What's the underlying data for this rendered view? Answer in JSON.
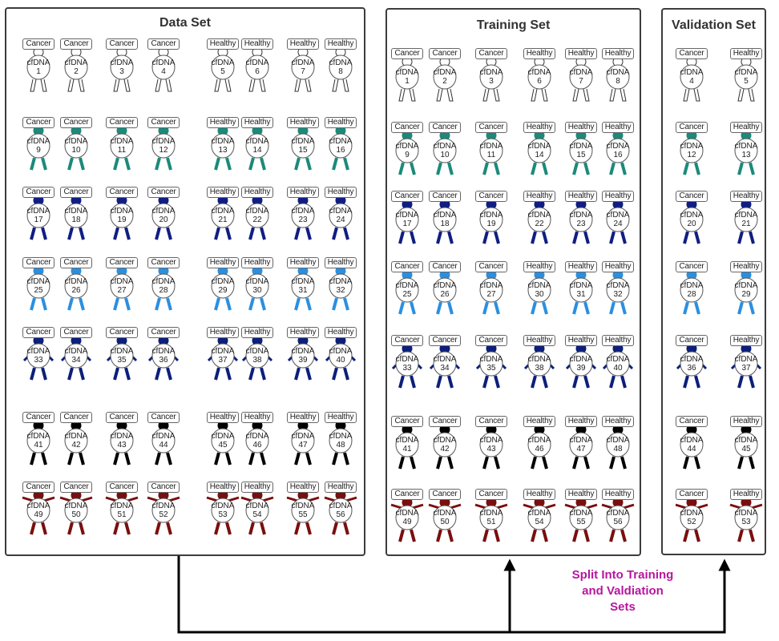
{
  "panels": {
    "data_set": {
      "title": "Data Set",
      "people": [
        {
          "tag": "Cancer",
          "cf": "cfDNA",
          "n": "1"
        },
        {
          "tag": "Cancer",
          "cf": "cfDNA",
          "n": "2"
        },
        {
          "tag": "Cancer",
          "cf": "cfDNA",
          "n": "3"
        },
        {
          "tag": "Cancer",
          "cf": "cfDNA",
          "n": "4"
        },
        {
          "tag": "Healthy",
          "cf": "cfDNA",
          "n": "5"
        },
        {
          "tag": "Healthy",
          "cf": "cfDNA",
          "n": "6"
        },
        {
          "tag": "Healthy",
          "cf": "cfDNA",
          "n": "7"
        },
        {
          "tag": "Healthy",
          "cf": "cfDNA",
          "n": "8"
        },
        {
          "tag": "Cancer",
          "cf": "cfDNA",
          "n": "9"
        },
        {
          "tag": "Cancer",
          "cf": "cfDNA",
          "n": "10"
        },
        {
          "tag": "Cancer",
          "cf": "cfDNA",
          "n": "11"
        },
        {
          "tag": "Cancer",
          "cf": "cfDNA",
          "n": "12"
        },
        {
          "tag": "Healthy",
          "cf": "cfDNA",
          "n": "13"
        },
        {
          "tag": "Healthy",
          "cf": "cfDNA",
          "n": "14"
        },
        {
          "tag": "Healthy",
          "cf": "cfDNA",
          "n": "15"
        },
        {
          "tag": "Healthy",
          "cf": "cfDNA",
          "n": "16"
        },
        {
          "tag": "Cancer",
          "cf": "cfDNA",
          "n": "17"
        },
        {
          "tag": "Cancer",
          "cf": "cfDNA",
          "n": "18"
        },
        {
          "tag": "Cancer",
          "cf": "cfDNA",
          "n": "19"
        },
        {
          "tag": "Cancer",
          "cf": "cfDNA",
          "n": "20"
        },
        {
          "tag": "Healthy",
          "cf": "cfDNA",
          "n": "21"
        },
        {
          "tag": "Healthy",
          "cf": "cfDNA",
          "n": "22"
        },
        {
          "tag": "Healthy",
          "cf": "cfDNA",
          "n": "23"
        },
        {
          "tag": "Healthy",
          "cf": "cfDNA",
          "n": "24"
        },
        {
          "tag": "Cancer",
          "cf": "cfDNA",
          "n": "25"
        },
        {
          "tag": "Cancer",
          "cf": "cfDNA",
          "n": "26"
        },
        {
          "tag": "Cancer",
          "cf": "cfDNA",
          "n": "27"
        },
        {
          "tag": "Cancer",
          "cf": "cfDNA",
          "n": "28"
        },
        {
          "tag": "Healthy",
          "cf": "cfDNA",
          "n": "29"
        },
        {
          "tag": "Healthy",
          "cf": "cfDNA",
          "n": "30"
        },
        {
          "tag": "Healthy",
          "cf": "cfDNA",
          "n": "31"
        },
        {
          "tag": "Healthy",
          "cf": "cfDNA",
          "n": "32"
        },
        {
          "tag": "Cancer",
          "cf": "cfDNA",
          "n": "33"
        },
        {
          "tag": "Cancer",
          "cf": "cfDNA",
          "n": "34"
        },
        {
          "tag": "Cancer",
          "cf": "cfDNA",
          "n": "35"
        },
        {
          "tag": "Cancer",
          "cf": "cfDNA",
          "n": "36"
        },
        {
          "tag": "Healthy",
          "cf": "cfDNA",
          "n": "37"
        },
        {
          "tag": "Healthy",
          "cf": "cfDNA",
          "n": "38"
        },
        {
          "tag": "Healthy",
          "cf": "cfDNA",
          "n": "39"
        },
        {
          "tag": "Healthy",
          "cf": "cfDNA",
          "n": "40"
        },
        {
          "tag": "Cancer",
          "cf": "cfDNA",
          "n": "41"
        },
        {
          "tag": "Cancer",
          "cf": "cfDNA",
          "n": "42"
        },
        {
          "tag": "Cancer",
          "cf": "cfDNA",
          "n": "43"
        },
        {
          "tag": "Cancer",
          "cf": "cfDNA",
          "n": "44"
        },
        {
          "tag": "Healthy",
          "cf": "cfDNA",
          "n": "45"
        },
        {
          "tag": "Healthy",
          "cf": "cfDNA",
          "n": "46"
        },
        {
          "tag": "Healthy",
          "cf": "cfDNA",
          "n": "47"
        },
        {
          "tag": "Healthy",
          "cf": "cfDNA",
          "n": "48"
        },
        {
          "tag": "Cancer",
          "cf": "cfDNA",
          "n": "49"
        },
        {
          "tag": "Cancer",
          "cf": "cfDNA",
          "n": "50"
        },
        {
          "tag": "Cancer",
          "cf": "cfDNA",
          "n": "51"
        },
        {
          "tag": "Cancer",
          "cf": "cfDNA",
          "n": "52"
        },
        {
          "tag": "Healthy",
          "cf": "cfDNA",
          "n": "53"
        },
        {
          "tag": "Healthy",
          "cf": "cfDNA",
          "n": "54"
        },
        {
          "tag": "Healthy",
          "cf": "cfDNA",
          "n": "55"
        },
        {
          "tag": "Healthy",
          "cf": "cfDNA",
          "n": "56"
        }
      ]
    },
    "training_set": {
      "title": "Training Set",
      "people": [
        {
          "tag": "Cancer",
          "cf": "cfDNA",
          "n": "1"
        },
        {
          "tag": "Cancer",
          "cf": "cfDNA",
          "n": "2"
        },
        {
          "tag": "Cancer",
          "cf": "cfDNA",
          "n": "3"
        },
        {
          "tag": "Healthy",
          "cf": "cfDNA",
          "n": "6"
        },
        {
          "tag": "Healthy",
          "cf": "cfDNA",
          "n": "7"
        },
        {
          "tag": "Healthy",
          "cf": "cfDNA",
          "n": "8"
        },
        {
          "tag": "Cancer",
          "cf": "cfDNA",
          "n": "9"
        },
        {
          "tag": "Cancer",
          "cf": "cfDNA",
          "n": "10"
        },
        {
          "tag": "Cancer",
          "cf": "cfDNA",
          "n": "11"
        },
        {
          "tag": "Healthy",
          "cf": "cfDNA",
          "n": "14"
        },
        {
          "tag": "Healthy",
          "cf": "cfDNA",
          "n": "15"
        },
        {
          "tag": "Healthy",
          "cf": "cfDNA",
          "n": "16"
        },
        {
          "tag": "Cancer",
          "cf": "cfDNA",
          "n": "17"
        },
        {
          "tag": "Cancer",
          "cf": "cfDNA",
          "n": "18"
        },
        {
          "tag": "Cancer",
          "cf": "cfDNA",
          "n": "19"
        },
        {
          "tag": "Healthy",
          "cf": "cfDNA",
          "n": "22"
        },
        {
          "tag": "Healthy",
          "cf": "cfDNA",
          "n": "23"
        },
        {
          "tag": "Healthy",
          "cf": "cfDNA",
          "n": "24"
        },
        {
          "tag": "Cancer",
          "cf": "cfDNA",
          "n": "25"
        },
        {
          "tag": "Cancer",
          "cf": "cfDNA",
          "n": "26"
        },
        {
          "tag": "Cancer",
          "cf": "cfDNA",
          "n": "27"
        },
        {
          "tag": "Healthy",
          "cf": "cfDNA",
          "n": "30"
        },
        {
          "tag": "Healthy",
          "cf": "cfDNA",
          "n": "31"
        },
        {
          "tag": "Healthy",
          "cf": "cfDNA",
          "n": "32"
        },
        {
          "tag": "Cancer",
          "cf": "cfDNA",
          "n": "33"
        },
        {
          "tag": "Cancer",
          "cf": "cfDNA",
          "n": "34"
        },
        {
          "tag": "Cancer",
          "cf": "cfDNA",
          "n": "35"
        },
        {
          "tag": "Healthy",
          "cf": "cfDNA",
          "n": "38"
        },
        {
          "tag": "Healthy",
          "cf": "cfDNA",
          "n": "39"
        },
        {
          "tag": "Healthy",
          "cf": "cfDNA",
          "n": "40"
        },
        {
          "tag": "Cancer",
          "cf": "cfDNA",
          "n": "41"
        },
        {
          "tag": "Cancer",
          "cf": "cfDNA",
          "n": "42"
        },
        {
          "tag": "Cancer",
          "cf": "cfDNA",
          "n": "43"
        },
        {
          "tag": "Healthy",
          "cf": "cfDNA",
          "n": "46"
        },
        {
          "tag": "Healthy",
          "cf": "cfDNA",
          "n": "47"
        },
        {
          "tag": "Healthy",
          "cf": "cfDNA",
          "n": "48"
        },
        {
          "tag": "Cancer",
          "cf": "cfDNA",
          "n": "49"
        },
        {
          "tag": "Cancer",
          "cf": "cfDNA",
          "n": "50"
        },
        {
          "tag": "Cancer",
          "cf": "cfDNA",
          "n": "51"
        },
        {
          "tag": "Healthy",
          "cf": "cfDNA",
          "n": "54"
        },
        {
          "tag": "Healthy",
          "cf": "cfDNA",
          "n": "55"
        },
        {
          "tag": "Healthy",
          "cf": "cfDNA",
          "n": "56"
        }
      ]
    },
    "validation_set": {
      "title": "Validation Set",
      "people": [
        {
          "tag": "Cancer",
          "cf": "cfDNA",
          "n": "4"
        },
        {
          "tag": "Healthy",
          "cf": "cfDNA",
          "n": "5"
        },
        {
          "tag": "Cancer",
          "cf": "cfDNA",
          "n": "12"
        },
        {
          "tag": "Healthy",
          "cf": "cfDNA",
          "n": "13"
        },
        {
          "tag": "Cancer",
          "cf": "cfDNA",
          "n": "20"
        },
        {
          "tag": "Healthy",
          "cf": "cfDNA",
          "n": "21"
        },
        {
          "tag": "Cancer",
          "cf": "cfDNA",
          "n": "28"
        },
        {
          "tag": "Healthy",
          "cf": "cfDNA",
          "n": "29"
        },
        {
          "tag": "Cancer",
          "cf": "cfDNA",
          "n": "36"
        },
        {
          "tag": "Healthy",
          "cf": "cfDNA",
          "n": "37"
        },
        {
          "tag": "Cancer",
          "cf": "cfDNA",
          "n": "44"
        },
        {
          "tag": "Healthy",
          "cf": "cfDNA",
          "n": "45"
        },
        {
          "tag": "Cancer",
          "cf": "cfDNA",
          "n": "52"
        },
        {
          "tag": "Healthy",
          "cf": "cfDNA",
          "n": "53"
        }
      ]
    }
  },
  "row_colors": [
    "#ffffff",
    "#1b8a7a",
    "#101e82",
    "#2b8fe0",
    "#0c1f7a",
    "#000000",
    "#7a0e0e"
  ],
  "split_label": {
    "line1": "Split Into Training",
    "line2": "and Valdiation",
    "line3": "Sets"
  },
  "label_color": "#b5179e"
}
